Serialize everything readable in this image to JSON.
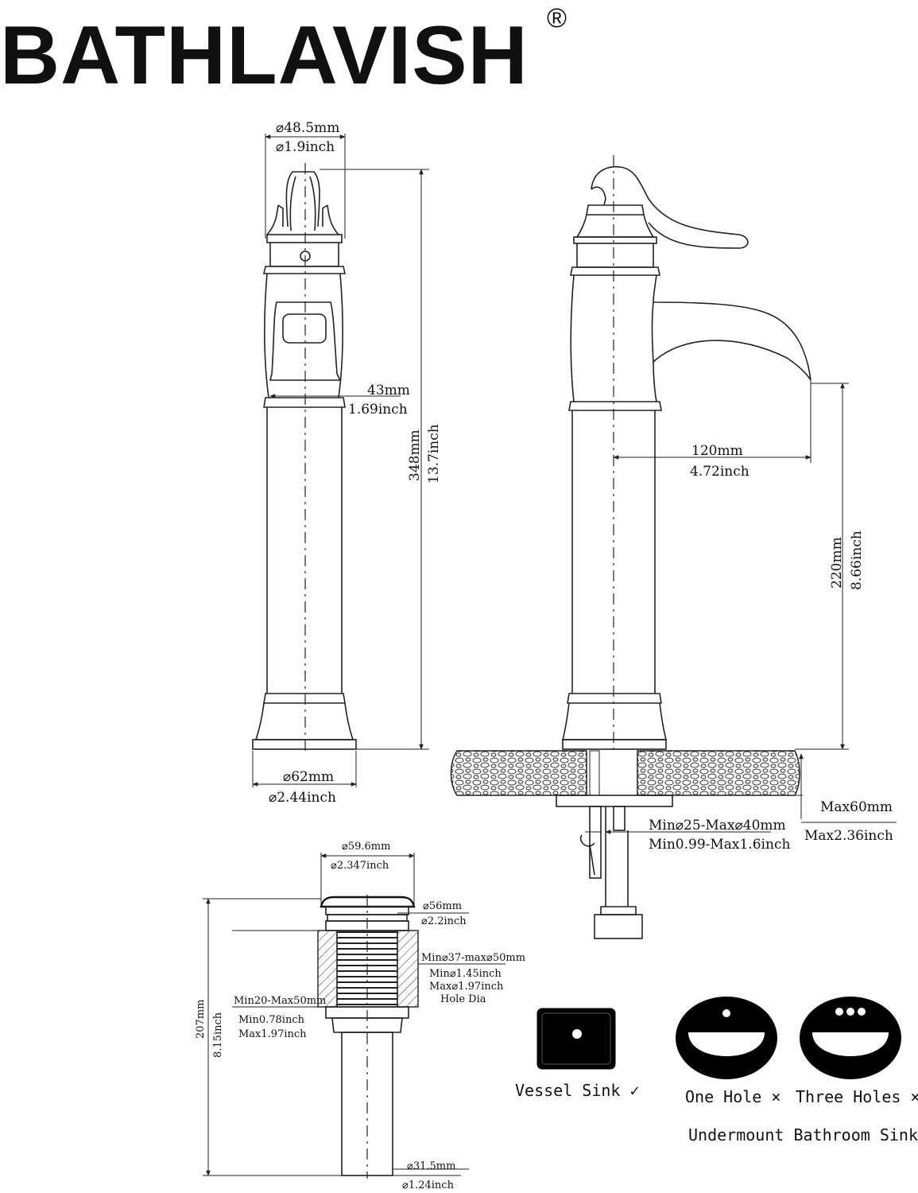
{
  "brand": {
    "name": "BATHLAVISH",
    "registered": "®"
  },
  "front_view": {
    "top_mm": "⌀48.5mm",
    "top_inch": "⌀1.9inch",
    "mid_mm": "43mm",
    "mid_inch": "1.69inch",
    "height_mm": "348mm",
    "height_inch": "13.7inch",
    "base_mm": "⌀62mm",
    "base_inch": "⌀2.44inch"
  },
  "side_view": {
    "reach_mm": "120mm",
    "reach_inch": "4.72inch",
    "spout_mm": "220mm",
    "spout_inch": "8.66inch",
    "deck_mm": "Max60mm",
    "deck_inch": "Max2.36inch",
    "hole_mm": "Min⌀25-Max⌀40mm",
    "hole_inch": "Min0.99-Max1.6inch"
  },
  "drain": {
    "cap_mm": "⌀59.6mm",
    "cap_inch": "⌀2.347inch",
    "flange_mm": "⌀56mm",
    "flange_inch": "⌀2.2inch",
    "hole_mm": "Min⌀37-max⌀50mm",
    "hole_inch_min": "Min⌀1.45inch",
    "hole_inch_max": "Max⌀1.97inch",
    "hole_label": "Hole Dia",
    "thick_mm": "Min20-Max50mm",
    "thick_inch_min": "Min0.78inch",
    "thick_inch_max": "Max1.97inch",
    "height_mm": "207mm",
    "height_inch": "8.15inch",
    "pipe_mm": "⌀31.5mm",
    "pipe_inch": "⌀1.24inch"
  },
  "sinks": {
    "vessel": "Vessel Sink ✓",
    "one_hole": "One Hole ×",
    "three_holes": "Three Holes ×",
    "undermount": "Undermount Bathroom Sink"
  }
}
